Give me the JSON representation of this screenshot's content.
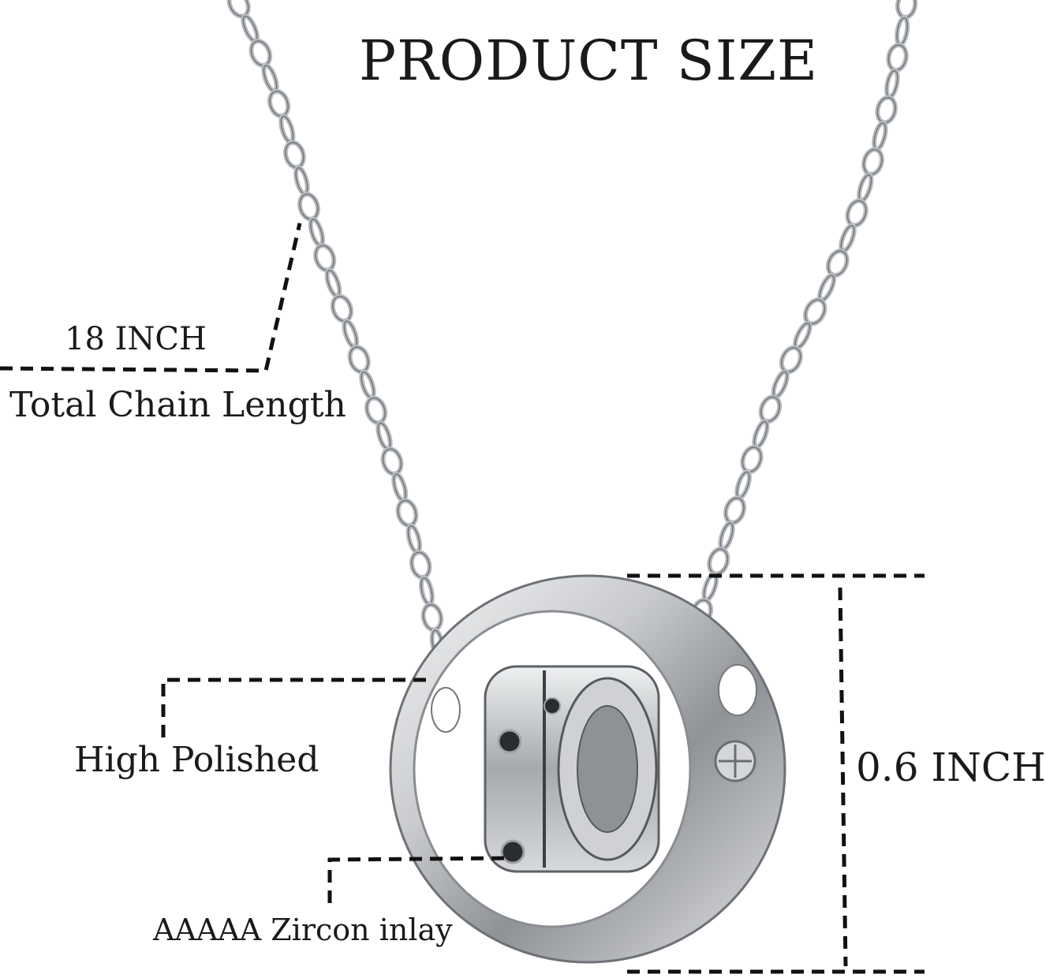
{
  "title": "PRODUCT SIZE",
  "chain": {
    "length": "18 INCH",
    "caption": "Total Chain Length"
  },
  "pendant": {
    "height": "0.6 INCH"
  },
  "features": {
    "finish": "High Polished",
    "inlay": "AAAAA Zircon inlay"
  },
  "colors": {
    "background": "#ffffff",
    "text": "#1a1a1a",
    "metal": "#b9bcc0",
    "dash": "#111111"
  }
}
